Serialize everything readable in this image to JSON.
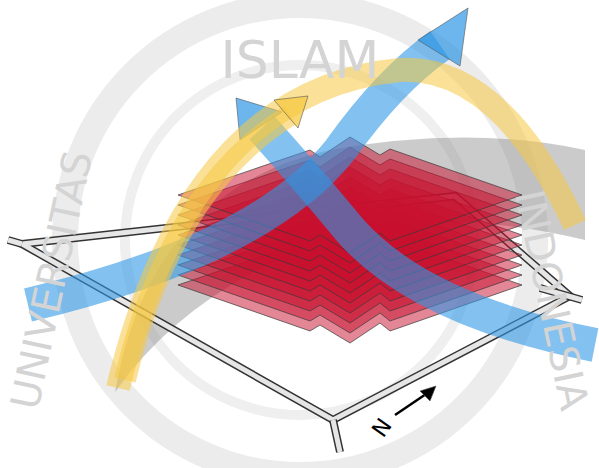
{
  "diagram": {
    "labels": [
      "UNIVERSITAS",
      "ISLAM",
      "INDONESIA",
      "N"
    ]
  }
}
